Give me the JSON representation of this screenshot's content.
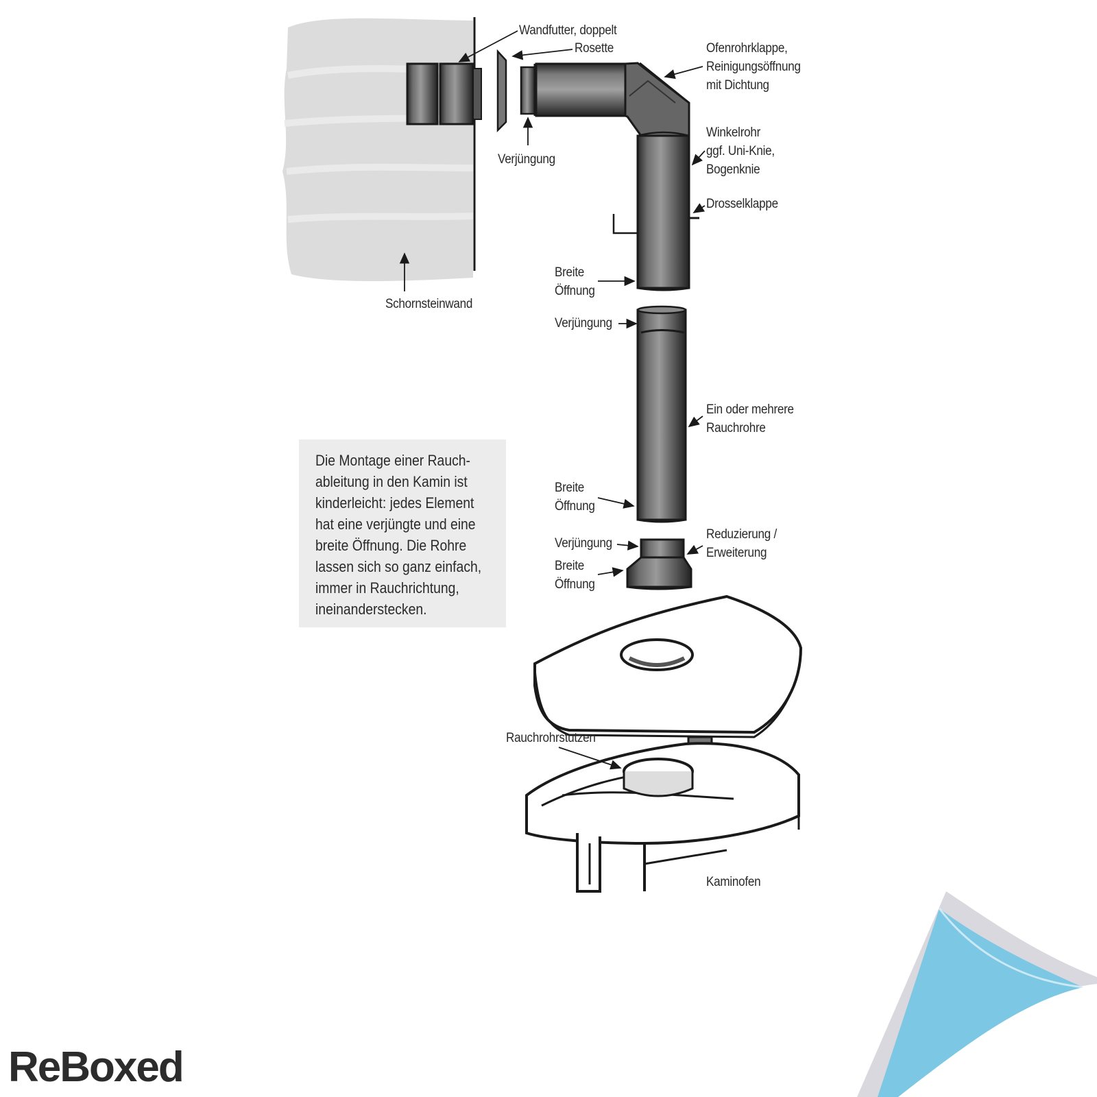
{
  "labels": {
    "wandfutter": "Wandfutter, doppelt",
    "rosette": "Rosette",
    "ofenrohrklappe": "Ofenrohrklappe,\nReinigungsöffnung\nmit Dichtung",
    "verjuengung_top": "Verjüngung",
    "winkelrohr": "Winkelrohr\nggf. Uni-Knie,\nBogenknie",
    "drosselklappe": "Drosselklappe",
    "breite_oeffnung_1": "Breite\nÖffnung",
    "schornsteinwand": "Schornsteinwand",
    "verjuengung_pipe": "Verjüngung",
    "rauchrohre": "Ein oder mehrere\nRauchrohre",
    "breite_oeffnung_2": "Breite\nÖffnung",
    "verjuengung_reducer": "Verjüngung",
    "reduzierung": "Reduzierung /\nErweiterung",
    "breite_oeffnung_3": "Breite\nÖffnung",
    "rauchrohrstutzen": "Rauchrohrstutzen",
    "kaminofen": "Kaminofen"
  },
  "info_text": "Die Montage einer Rauch-\nableitung in den Kamin ist\nkinderleicht: jedes Element\nhat eine verjüngte und eine\nbreite Öffnung. Die Rohre\nlassen sich so ganz einfach,\nimmer in Rauchrichtung,\nineinanderstecken.",
  "brand": "ReBoxed",
  "colors": {
    "wall_shade": "#dcdcdc",
    "info_box": "#ececec",
    "curl_blue": "#7cc7e3",
    "curl_shadow": "#d8d8de",
    "ink": "#1a1a1a"
  }
}
